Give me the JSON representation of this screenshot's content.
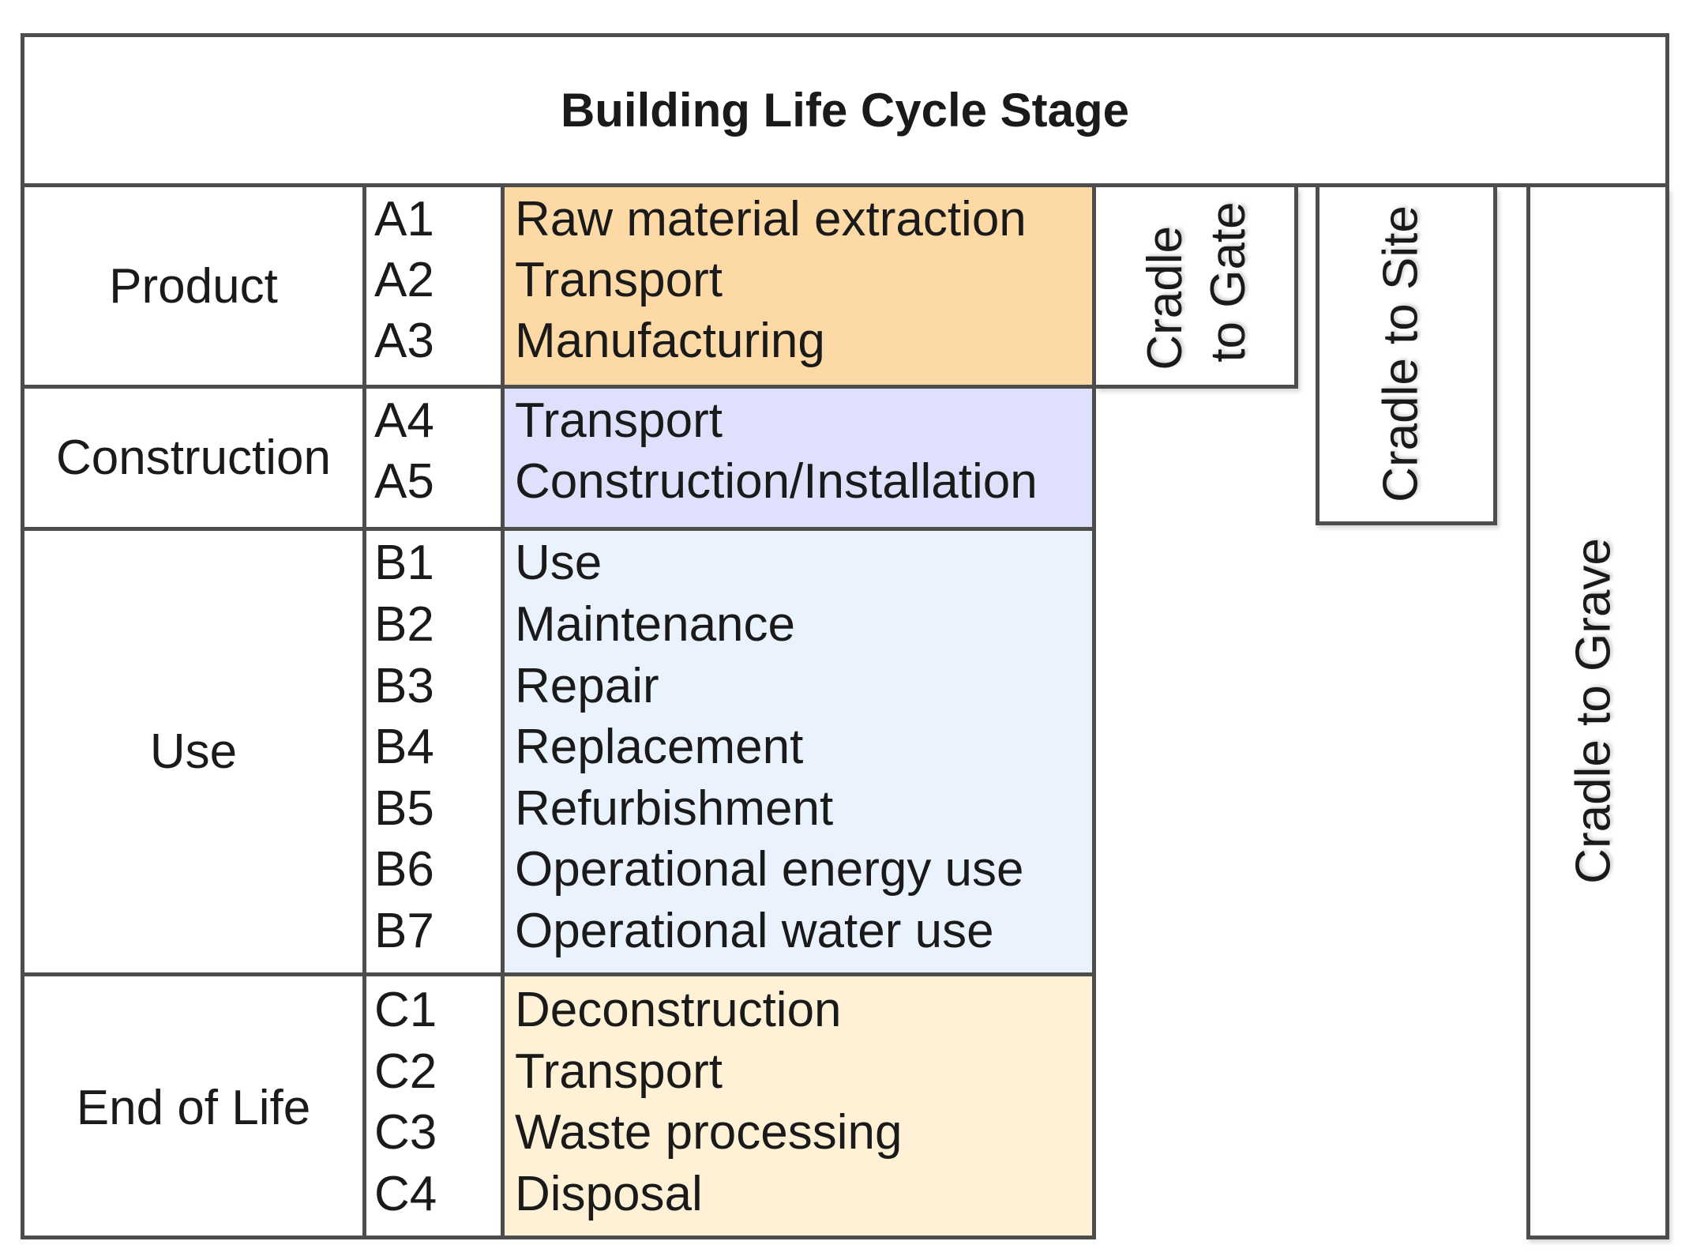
{
  "title": "Building Life Cycle Stage",
  "colors": {
    "border": "#4d4d4d",
    "product": "#fdd9a6",
    "construction": "#dfe0fb",
    "use": "#eaf3fd",
    "end_of_life": "#fef1d6"
  },
  "stages": [
    {
      "name": "Product",
      "modules": [
        {
          "code": "A1",
          "label": "Raw material extraction"
        },
        {
          "code": "A2",
          "label": "Transport"
        },
        {
          "code": "A3",
          "label": "Manufacturing"
        }
      ]
    },
    {
      "name": "Construction",
      "modules": [
        {
          "code": "A4",
          "label": "Transport"
        },
        {
          "code": "A5",
          "label": "Construction/Installation"
        }
      ]
    },
    {
      "name": "Use",
      "modules": [
        {
          "code": "B1",
          "label": "Use"
        },
        {
          "code": "B2",
          "label": "Maintenance"
        },
        {
          "code": "B3",
          "label": "Repair"
        },
        {
          "code": "B4",
          "label": "Replacement"
        },
        {
          "code": "B5",
          "label": "Refurbishment"
        },
        {
          "code": "B6",
          "label": "Operational energy use"
        },
        {
          "code": "B7",
          "label": "Operational water use"
        }
      ]
    },
    {
      "name": "End of Life",
      "modules": [
        {
          "code": "C1",
          "label": "Deconstruction"
        },
        {
          "code": "C2",
          "label": "Transport"
        },
        {
          "code": "C3",
          "label": "Waste processing"
        },
        {
          "code": "C4",
          "label": "Disposal"
        }
      ]
    }
  ],
  "scopes": {
    "cradle_to_gate": {
      "line1": "Cradle",
      "line2": "to Gate"
    },
    "cradle_to_site": "Cradle to Site",
    "cradle_to_grave": "Cradle to Grave"
  }
}
